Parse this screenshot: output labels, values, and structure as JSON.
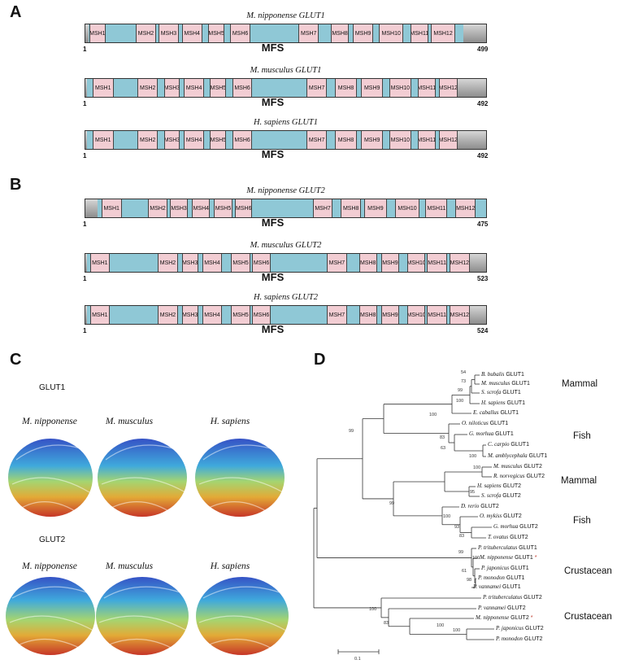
{
  "panels": {
    "a": "A",
    "b": "B",
    "c": "C",
    "d": "D"
  },
  "domain_label": "MFS",
  "glut1": [
    {
      "title": "M. nipponense GLUT1",
      "start": "1",
      "end": "499"
    },
    {
      "title": "M. musculus GLUT1",
      "start": "1",
      "end": "492"
    },
    {
      "title": "H. sapiens GLUT1",
      "start": "1",
      "end": "492"
    }
  ],
  "glut2": [
    {
      "title": "M. nipponense GLUT2",
      "start": "1",
      "end": "475"
    },
    {
      "title": "M. musculus GLUT2",
      "start": "1",
      "end": "523"
    },
    {
      "title": "H. sapiens GLUT2",
      "start": "1",
      "end": "524"
    }
  ],
  "msh_labels": [
    "MSH1",
    "MSH2",
    "MSH3",
    "MSH4",
    "MSH5",
    "MSH6",
    "MSH7",
    "MSH8",
    "MSH9",
    "MSH10",
    "MSH11",
    "MSH12"
  ],
  "structures": {
    "glut1_label": "GLUT1",
    "glut2_label": "GLUT2",
    "species": [
      "M. nipponense",
      "M. musculus",
      "H. sapiens"
    ]
  },
  "tree": {
    "leaves": [
      {
        "genus": "B. bubalis",
        "gene": "GLUT1",
        "star": false
      },
      {
        "genus": "M. musculus",
        "gene": "GLUT1",
        "star": false
      },
      {
        "genus": "S. scrofa",
        "gene": "GLUT1",
        "star": false
      },
      {
        "genus": "H. sapiens",
        "gene": "GLUT1",
        "star": false
      },
      {
        "genus": "E. caballus",
        "gene": "GLUT1",
        "star": false
      },
      {
        "genus": "O. niloticus",
        "gene": "GLUT1",
        "star": false
      },
      {
        "genus": "G. morhua",
        "gene": "GLUT1",
        "star": false
      },
      {
        "genus": "C. carpio",
        "gene": "GLUT1",
        "star": false
      },
      {
        "genus": "M. amblycephala",
        "gene": "GLUT1",
        "star": false
      },
      {
        "genus": "M. musculus",
        "gene": "GLUT2",
        "star": false
      },
      {
        "genus": "R. norvegicus",
        "gene": "GLUT2",
        "star": false
      },
      {
        "genus": "H. sapiens",
        "gene": "GLUT2",
        "star": false
      },
      {
        "genus": "S. scrofa",
        "gene": "GLUT2",
        "star": false
      },
      {
        "genus": "D. rerio",
        "gene": "GLUT2",
        "star": false
      },
      {
        "genus": "O. mykiss",
        "gene": "GLUT2",
        "star": false
      },
      {
        "genus": "G. morhua",
        "gene": "GLUT2",
        "star": false
      },
      {
        "genus": "T. ovatus",
        "gene": "GLUT2",
        "star": false
      },
      {
        "genus": "P. trituberculatus",
        "gene": "GLUT1",
        "star": false
      },
      {
        "genus": "M. nipponense",
        "gene": "GLUT1",
        "star": true
      },
      {
        "genus": "P. japonicus",
        "gene": "GLUT1",
        "star": false
      },
      {
        "genus": "P. monodon",
        "gene": "GLUT1",
        "star": false
      },
      {
        "genus": "P. vannamei",
        "gene": "GLUT1",
        "star": false
      },
      {
        "genus": "P. trituberculatus",
        "gene": "GLUT2",
        "star": false
      },
      {
        "genus": "P. vannamei",
        "gene": "GLUT2",
        "star": false
      },
      {
        "genus": "M. nipponense",
        "gene": "GLUT2",
        "star": true
      },
      {
        "genus": "P. japonicus",
        "gene": "GLUT2",
        "star": false
      },
      {
        "genus": "P. monodon",
        "gene": "GLUT2",
        "star": false
      }
    ],
    "star_symbol": "*",
    "bootstraps": [
      "54",
      "73",
      "99",
      "100",
      "100",
      "83",
      "63",
      "100",
      "99",
      "100",
      "95",
      "99",
      "100",
      "93",
      "83",
      "99",
      "61",
      "98",
      "100",
      "100",
      "83",
      "100",
      "100"
    ],
    "groups": [
      "Mammal",
      "Fish",
      "Mammal",
      "Fish",
      "Crustacean",
      "Crustacean"
    ],
    "scale_label": "0.1"
  },
  "colors": {
    "helix": "#f2cdd3",
    "loop": "#8fc8d6",
    "cap": "#a0a0a0",
    "star": "#c0392b"
  }
}
